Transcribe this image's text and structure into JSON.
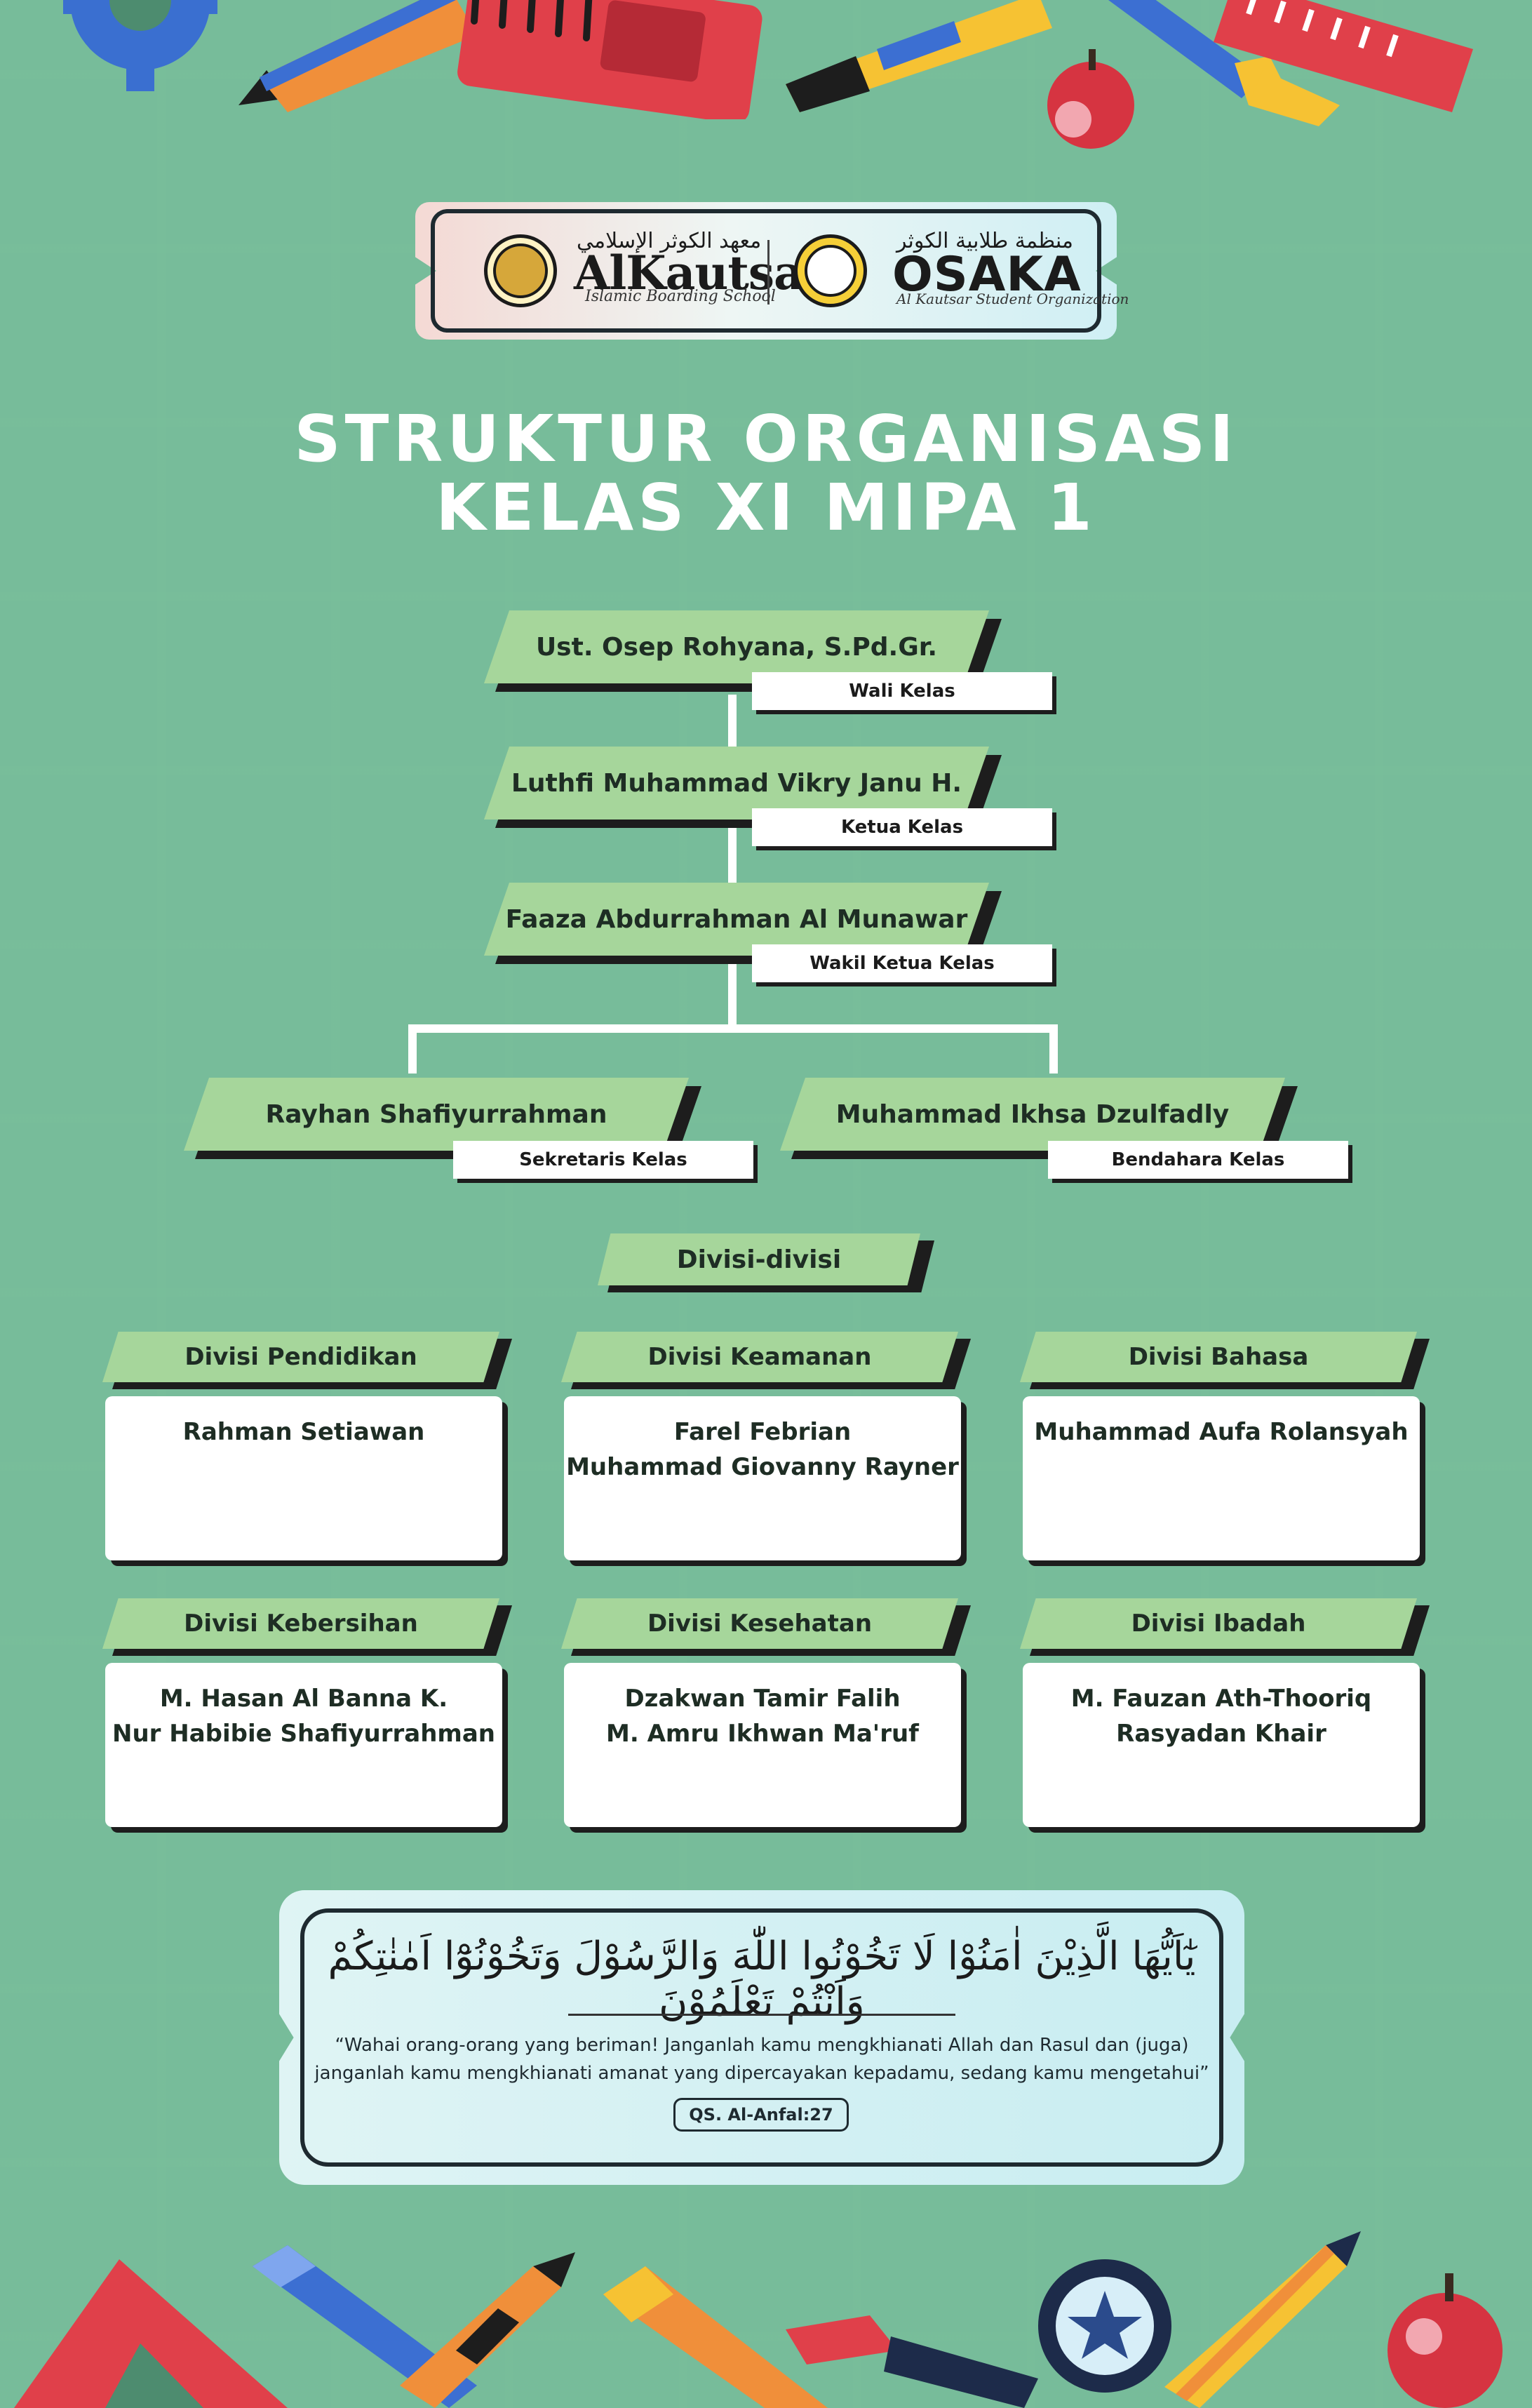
{
  "header": {
    "alkautsar": {
      "arabic": "معهد الكوثر الإسلامي",
      "name": "AlKautsar",
      "subtitle": "Islamic Boarding School"
    },
    "osaka": {
      "arabic": "منظمة طلابية الكوثر",
      "name": "OSAKA",
      "subtitle": "Al Kautsar Student Organization"
    }
  },
  "title": {
    "line1": "STRUKTUR ORGANISASI",
    "line2": "KELAS XI MIPA 1"
  },
  "hierarchy": {
    "wali": {
      "name": "Ust. Osep Rohyana, S.Pd.Gr.",
      "role": "Wali Kelas"
    },
    "ketua": {
      "name": "Luthfi Muhammad Vikry Janu H.",
      "role": "Ketua Kelas"
    },
    "wakil": {
      "name": "Faaza Abdurrahman Al Munawar",
      "role": "Wakil Ketua Kelas"
    },
    "sekretaris": {
      "name": "Rayhan Shafiyurrahman",
      "role": "Sekretaris Kelas"
    },
    "bendahara": {
      "name": "Muhammad Ikhsa Dzulfadly",
      "role": "Bendahara Kelas"
    }
  },
  "divisions_heading": "Divisi-divisi",
  "divisions": [
    {
      "title": "Divisi Pendidikan",
      "members": [
        "Rahman Setiawan"
      ]
    },
    {
      "title": "Divisi Keamanan",
      "members": [
        "Farel Febrian",
        "Muhammad Giovanny Rayner"
      ]
    },
    {
      "title": "Divisi Bahasa",
      "members": [
        "Muhammad Aufa Rolansyah"
      ]
    },
    {
      "title": "Divisi Kebersihan",
      "members": [
        "M. Hasan Al Banna K.",
        "Nur Habibie Shafiyurrahman"
      ]
    },
    {
      "title": "Divisi Kesehatan",
      "members": [
        "Dzakwan Tamir Falih",
        "M. Amru Ikhwan Ma'ruf"
      ]
    },
    {
      "title": "Divisi Ibadah",
      "members": [
        "M. Fauzan Ath-Thooriq",
        "Rasyadan Khair"
      ]
    }
  ],
  "verse": {
    "arabic": "يٰٓاَيُّهَا الَّذِيْنَ اٰمَنُوْا لَا تَخُوْنُوا اللّٰهَ وَالرَّسُوْلَ وَتَخُوْنُوْٓا اَمٰنٰتِكُمْ وَاَنْتُمْ تَعْلَمُوْنَ",
    "translation_line1": "“Wahai orang-orang yang beriman! Janganlah kamu mengkhianati Allah dan Rasul dan (juga)",
    "translation_line2": "janganlah kamu mengkhianati amanat yang dipercayakan kepadamu, sedang kamu mengetahui”",
    "reference": "QS. Al-Anfal:27"
  },
  "colors": {
    "background": "#4d8c6f",
    "grid": "#78be9b",
    "plate": "#a6d69b",
    "shadow": "#1d1d1d"
  }
}
